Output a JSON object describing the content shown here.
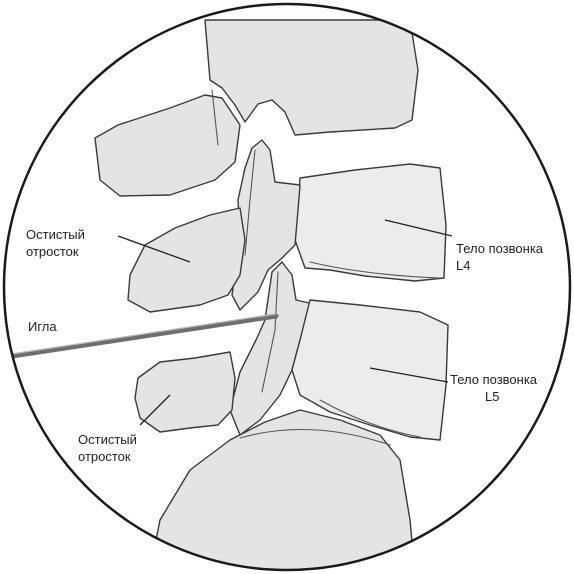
{
  "labels": {
    "spinous_upper": [
      "Остистый",
      "отросток"
    ],
    "needle": "Игла",
    "body_l4": [
      "Тело позвонка",
      "L4"
    ],
    "body_l5": [
      "Тело позвонка",
      "L5"
    ],
    "spinous_lower": [
      "Остистый",
      "отросток"
    ]
  }
}
